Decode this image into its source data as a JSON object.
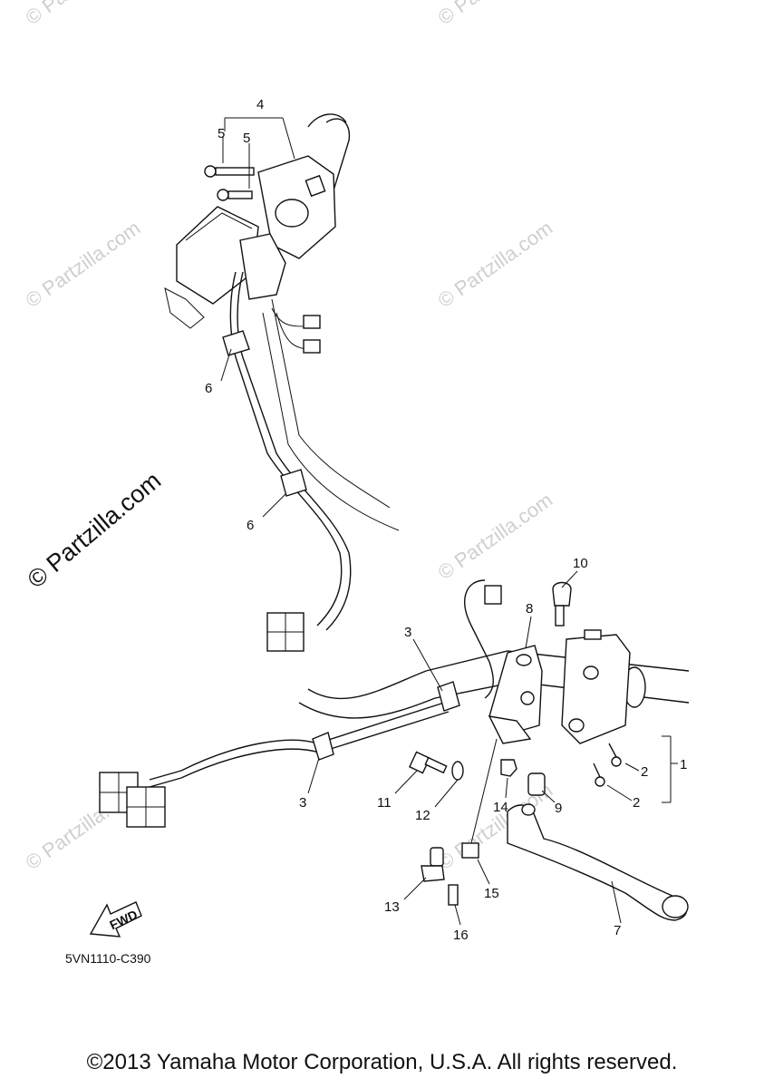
{
  "callouts": {
    "c1": "1",
    "c2a": "2",
    "c2b": "2",
    "c3a": "3",
    "c3b": "3",
    "c4": "4",
    "c5a": "5",
    "c5b": "5",
    "c6a": "6",
    "c6b": "6",
    "c7": "7",
    "c8": "8",
    "c9": "9",
    "c10": "10",
    "c11": "11",
    "c12": "12",
    "c13": "13",
    "c14": "14",
    "c15": "15",
    "c16": "16"
  },
  "fwd_label": "FWD",
  "diagram_code": "5VN1110-C390",
  "watermark": "© Partzilla.com",
  "copyright": "©2013 Yamaha Motor Corporation, U.S.A. All rights reserved.",
  "icons": {
    "fwd": "forward-arrow-icon"
  }
}
